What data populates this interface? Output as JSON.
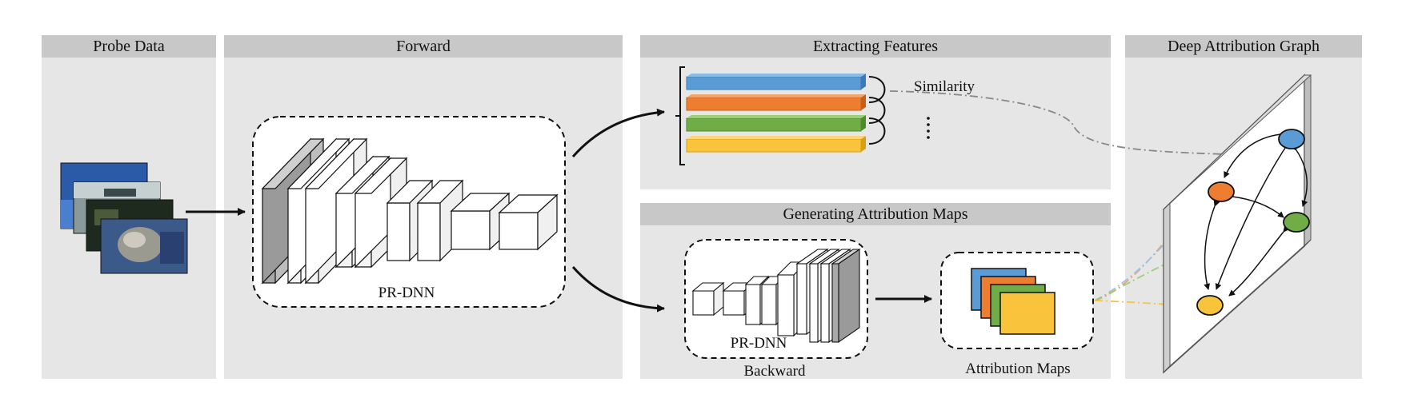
{
  "panels": {
    "probe_data": "Probe Data",
    "forward": "Forward",
    "extracting_features": "Extracting Features",
    "generating_maps": "Generating Attribution Maps",
    "deep_graph": "Deep Attribution Graph"
  },
  "labels": {
    "pr_dnn_forward": "PR-DNN",
    "pr_dnn_backward": "PR-DNN",
    "backward": "Backward",
    "similarity": "Similarity",
    "attribution_maps": "Attribution Maps"
  },
  "colors": {
    "blue": "#5b9bd5",
    "orange": "#ed7d31",
    "green": "#70ad47",
    "yellow": "#ffc000",
    "panel_bg": "#e6e6e6",
    "panel_header": "#c8c8c8"
  }
}
